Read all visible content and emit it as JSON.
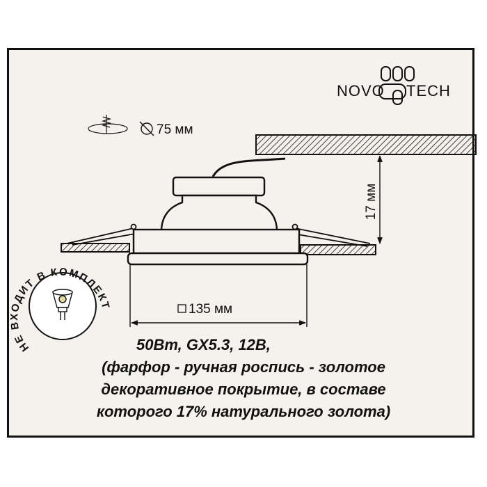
{
  "brand": {
    "logo_text_left": "NOVO",
    "logo_text_right": "TECH"
  },
  "cutout": {
    "label": "75 мм"
  },
  "height_dim": {
    "label": "17 мм"
  },
  "width_dim": {
    "label": "135 мм"
  },
  "badge": {
    "text": "не входит в комплект"
  },
  "specs": {
    "line": "50Вт, GX5.3, 12В,",
    "desc_1": "(фарфор - ручная роспись - золотое",
    "desc_2": "декоративное покрытие, в составе",
    "desc_3": "которого 17% натурального золота)"
  }
}
